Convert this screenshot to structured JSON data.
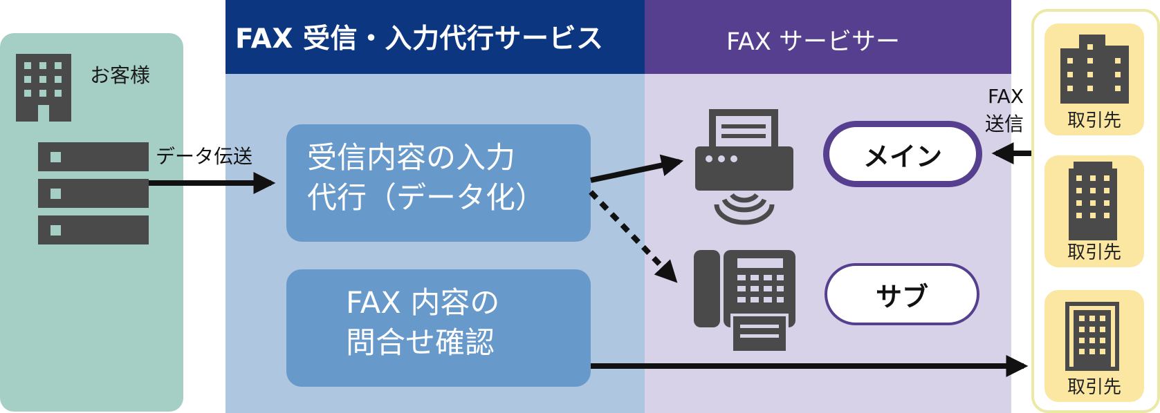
{
  "customer": {
    "label": "お客様"
  },
  "service": {
    "title": "FAX 受信・入力代行サービス"
  },
  "fax_server": {
    "title": "FAX サービサー"
  },
  "boxes": {
    "input_agency": {
      "line1": "受信内容の入力",
      "line2": "代行（データ化）"
    },
    "inquiry": {
      "line1": "FAX 内容の",
      "line2": "問合せ確認"
    }
  },
  "pills": {
    "main": "メイン",
    "sub": "サブ"
  },
  "partners": [
    "取引先",
    "取引先",
    "取引先"
  ],
  "labels": {
    "data_transfer": "データ伝送",
    "fax_send_1": "FAX",
    "fax_send_2": "送信"
  },
  "colors": {
    "customer_bg": "#a5cfc4",
    "service_header": "#0c3780",
    "service_bg": "#aec6e0",
    "fax_header": "#553f8e",
    "fax_bg": "#d7d2e8",
    "box_blue": "#6899cb",
    "partner_card": "#fbe6a2",
    "icon_gray": "#4a4a4a"
  }
}
